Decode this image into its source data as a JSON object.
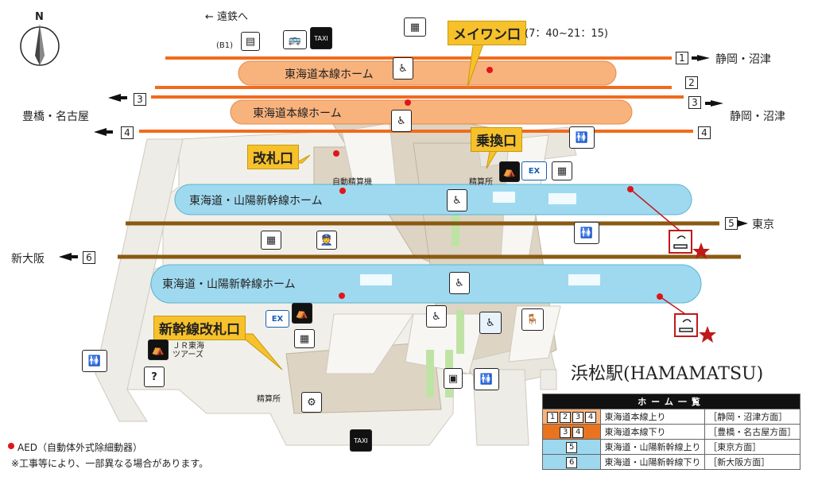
{
  "compass": {
    "letter": "N"
  },
  "station": {
    "title": "浜松駅(HAMAMATSU)"
  },
  "top_links": {
    "enshu": "← 遠鉄へ",
    "b1": "(B1)"
  },
  "exits": {
    "maywan": {
      "name": "メイワン口",
      "hours": "(7：40~21：15)"
    },
    "norikae": {
      "name": "乗換口"
    },
    "kaisatsu": {
      "name": "改札口"
    },
    "shinkansen": {
      "name": "新幹線改札口"
    }
  },
  "platforms": [
    {
      "label": "東海道本線ホーム",
      "color": "#f8b27c"
    },
    {
      "label": "東海道本線ホーム",
      "color": "#f8b27c"
    },
    {
      "label": "東海道・山陽新幹線ホーム",
      "color": "#9fd9ef"
    },
    {
      "label": "東海道・山陽新幹線ホーム",
      "color": "#9fd9ef"
    }
  ],
  "tracks": [
    {
      "num": "1",
      "dest_right": "静岡・沼津"
    },
    {
      "num": "2"
    },
    {
      "num": "3",
      "dest_left": "豊橋・名古屋",
      "dest_right": "静岡・沼津"
    },
    {
      "num": "4"
    },
    {
      "num": "5",
      "dest_right": "東京"
    },
    {
      "num": "6",
      "dest_left": "新大阪"
    }
  ],
  "facilities": {
    "auto_fare_1": "自動精算機",
    "fare_office_1": "精算所",
    "fare_office_2": "精算所",
    "jr_tours": "ＪＲ東海\nツアーズ"
  },
  "icons": {
    "taxi": "TAXI",
    "ex": "EX"
  },
  "notes": {
    "aed": "AED（自動体外式除細動器）",
    "construction": "※工事等により、一部異なる場合があります。"
  },
  "legend": {
    "header": "ホーム一覧",
    "rows": [
      {
        "nums": [
          "1",
          "2",
          "3",
          "4"
        ],
        "line": "東海道本線上り",
        "dir": "［静岡・沼津方面］",
        "style": "light"
      },
      {
        "nums": [
          "3",
          "4"
        ],
        "line": "東海道本線下り",
        "dir": "［豊橋・名古屋方面］",
        "style": "dark"
      },
      {
        "nums": [
          "5"
        ],
        "line": "東海道・山陽新幹線上り",
        "dir": "［東京方面］",
        "style": "blue"
      },
      {
        "nums": [
          "6"
        ],
        "line": "東海道・山陽新幹線下り",
        "dir": "［新大阪方面］",
        "style": "blue"
      }
    ]
  },
  "colors": {
    "track_orange": "#f26b1d",
    "track_brown": "#8a5a12",
    "platform_orange": "#f8b27c",
    "platform_blue": "#9fd9ef",
    "sign_yellow": "#f6c12a",
    "concourse": "#ddd4c4",
    "aed_red": "#e0161b"
  }
}
